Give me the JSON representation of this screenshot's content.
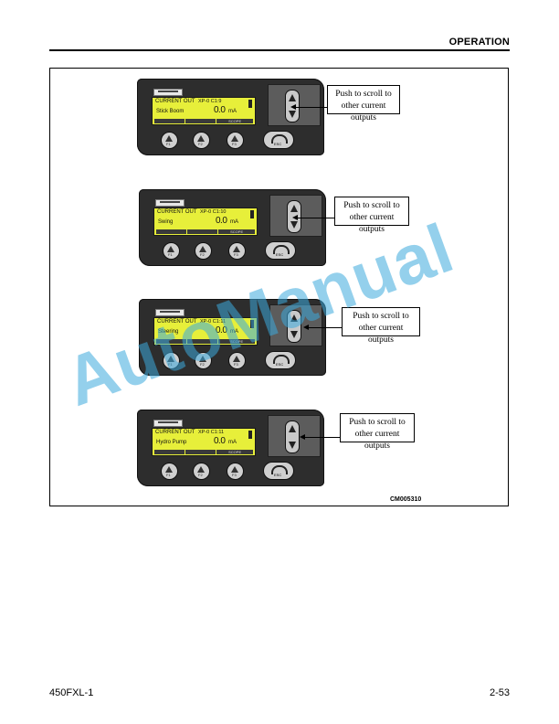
{
  "header": {
    "section": "OPERATION"
  },
  "figure": {
    "id": "CM005310",
    "displays": [
      {
        "title": "CURRENT OUT",
        "channel": "XP-0 C1:9",
        "label": "Stick Boom",
        "value": "0.0",
        "unit": "mA",
        "scope": "SCOPE",
        "callout": [
          "Push to scroll to",
          "other current outputs"
        ]
      },
      {
        "title": "CURRENT OUT",
        "channel": "XP-0 C1:10",
        "label": "Swing",
        "value": "0.0",
        "unit": "mA",
        "scope": "SCOPE",
        "callout": [
          "Push to scroll to",
          "other current outputs"
        ]
      },
      {
        "title": "CURRENT OUT",
        "channel": "XP-0 C1:11",
        "label": "Steering",
        "value": "0.0",
        "unit": "mA",
        "scope": "SCOPE",
        "callout": [
          "Push to scroll to",
          "other current outputs"
        ]
      },
      {
        "title": "CURRENT OUT",
        "channel": "XP-0 C1:11",
        "label": "Hydro Pump",
        "value": "0.0",
        "unit": "mA",
        "scope": "SCOPE",
        "callout": [
          "Push to scroll to",
          "other current outputs"
        ]
      }
    ],
    "keys": {
      "f1": "F1",
      "f2": "F2",
      "f3": "F3",
      "esc": "ESC"
    }
  },
  "watermark": "AutoManual",
  "footer": {
    "model": "450FXL-1",
    "page": "2-53"
  }
}
